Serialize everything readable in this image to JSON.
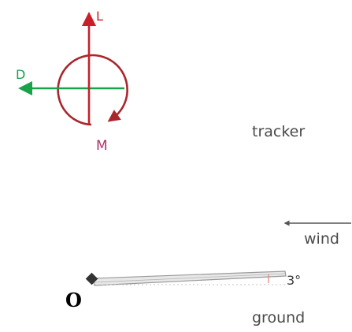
{
  "axes": {
    "lift_label": "L",
    "drag_label": "D",
    "moment_label": "M"
  },
  "labels": {
    "tracker": "tracker",
    "wind": "wind",
    "angle": "3°",
    "ground": "ground",
    "origin": "O"
  },
  "colors": {
    "lift": "#c8202a",
    "drag": "#18a24a",
    "moment": "#a8262c",
    "moment_label": "#b0306a",
    "text": "#4a4a4a",
    "panel": "#9a9a9a",
    "angle_mark": "#e08080"
  }
}
